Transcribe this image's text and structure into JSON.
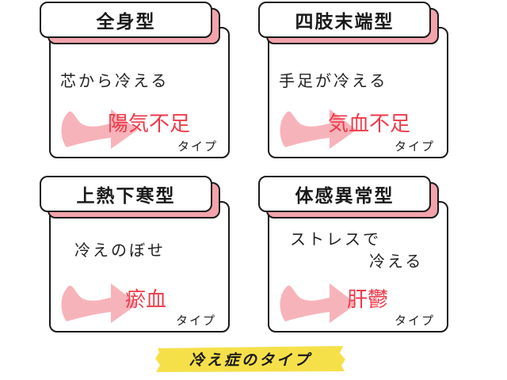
{
  "cards": [
    {
      "title": "全身型",
      "desc": "芯から冷える",
      "type_name": "陽気不足",
      "type_suffix": "タイプ"
    },
    {
      "title": "四肢末端型",
      "desc": "手足が冷える",
      "type_name": "気血不足",
      "type_suffix": "タイプ"
    },
    {
      "title": "上熱下寒型",
      "desc": "冷えのぼせ",
      "type_name": "瘀血",
      "type_suffix": "タイプ"
    },
    {
      "title": "体感異常型",
      "desc_line1": "ストレスで",
      "desc_line2": "冷える",
      "type_name": "肝鬱",
      "type_suffix": "タイプ"
    }
  ],
  "banner": {
    "label": "冷え症のタイプ"
  },
  "colors": {
    "accent_red": "#ee3b4a",
    "arrow_pink": "#f7b3ba",
    "tag_shadow": "#f2a3ab",
    "banner_yellow": "#f6e04a",
    "outline": "#1a1a1a"
  },
  "icons": {
    "arrow": "curved-right-arrow-icon"
  }
}
